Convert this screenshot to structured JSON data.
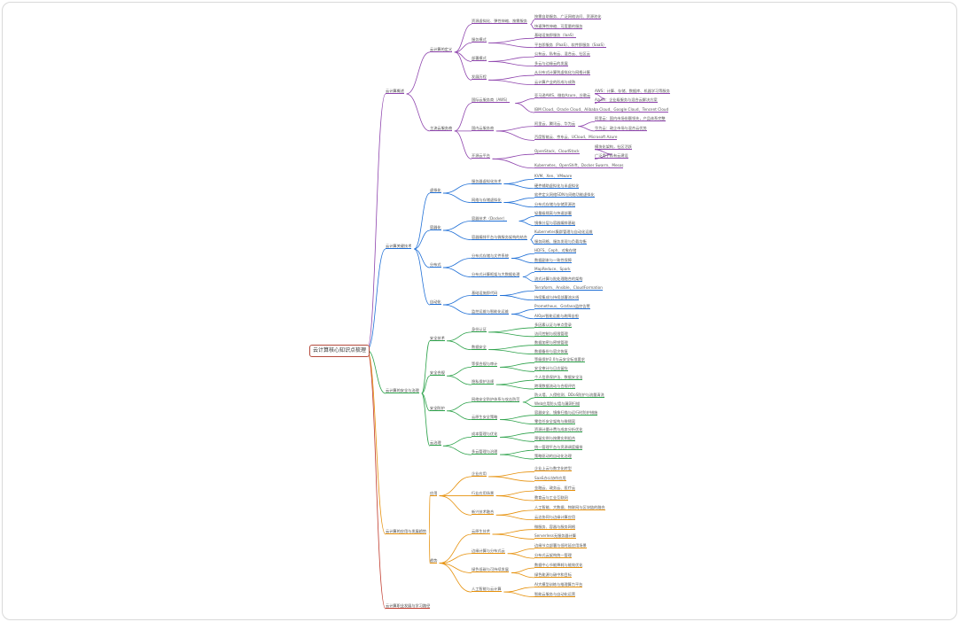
{
  "root": "云计算核心知识点梳理",
  "colors": {
    "purple": "#8e44ad",
    "blue": "#1f6fd6",
    "green": "#2ca24a",
    "orange": "#e6900a",
    "red": "#c0392b",
    "text": "#555555"
  },
  "branches": [
    {
      "label": "云计算概述",
      "children": [
        {
          "label": "云计算的定义",
          "children": [
            {
              "label": "资源虚拟化、弹性伸缩、按需服务",
              "children": [
                {
                  "label": "按需自助服务、广泛网络访问、资源池化"
                },
                {
                  "label": "快速弹性伸缩、可度量的服务"
                }
              ]
            },
            {
              "label": "服务模式",
              "children": [
                {
                  "label": "基础设施即服务（IaaS）"
                },
                {
                  "label": "平台即服务（PaaS）、软件即服务（SaaS）"
                }
              ]
            },
            {
              "label": "部署模式",
              "children": [
                {
                  "label": "公有云、私有云、混合云、社区云"
                },
                {
                  "label": "多云与边缘云的发展"
                }
              ]
            },
            {
              "label": "发展历程",
              "children": [
                {
                  "label": "从分布式计算到虚拟化与网格计算"
                },
                {
                  "label": "云计算产业的形成与成熟"
                }
              ]
            }
          ]
        },
        {
          "label": "主流云服务商",
          "children": [
            {
              "label": "国际云服务商（AWS）",
              "children": [
                {
                  "label": "亚马逊AWS、微软Azure、谷歌云",
                  "children": [
                    {
                      "label": "AWS：计算、存储、数据库、机器学习等服务"
                    },
                    {
                      "label": "Azure：企业级服务与混合云解决方案"
                    }
                  ]
                },
                {
                  "label": "IBM Cloud、Oracle Cloud、Alibaba Cloud、Google Cloud、Tencent Cloud"
                }
              ]
            },
            {
              "label": "国内云服务商",
              "children": [
                {
                  "label": "阿里云、腾讯云、华为云",
                  "children": [
                    {
                      "label": "阿里云：国内市场份额领先，产品体系完整"
                    },
                    {
                      "label": "华为云：政企市场与混合云优势"
                    }
                  ]
                },
                {
                  "label": "百度智能云、京东云、UCloud、Microsoft Azure"
                }
              ]
            },
            {
              "label": "开源云平台",
              "children": [
                {
                  "label": "OpenStack、CloudStack",
                  "children": [
                    {
                      "label": "模块化架构，社区活跃"
                    },
                    {
                      "label": "广泛用于私有云建设"
                    }
                  ]
                },
                {
                  "label": "Kubernetes、OpenShift、Docker Swarm、Mesos"
                }
              ]
            }
          ]
        }
      ]
    },
    {
      "label": "云计算关键技术",
      "children": [
        {
          "label": "虚拟化",
          "children": [
            {
              "label": "服务器虚拟化技术",
              "children": [
                {
                  "label": "KVM、Xen、VMware"
                },
                {
                  "label": "硬件辅助虚拟化与半虚拟化"
                }
              ]
            },
            {
              "label": "网络与存储虚拟化",
              "children": [
                {
                  "label": "软件定义网络SDN与网络功能虚拟化"
                },
                {
                  "label": "分布式存储与存储资源池"
                }
              ]
            }
          ]
        },
        {
          "label": "容器化",
          "children": [
            {
              "label": "容器技术（Docker）",
              "children": [
                {
                  "label": "轻量级隔离与快速部署"
                },
                {
                  "label": "镜像分层与容器编排基础"
                }
              ]
            },
            {
              "label": "容器编排平台与微服务架构的结合",
              "children": [
                {
                  "label": "Kubernetes集群管理与自动化运维"
                },
                {
                  "label": "服务网格、服务发现与负载均衡"
                }
              ]
            }
          ]
        },
        {
          "label": "分布式",
          "children": [
            {
              "label": "分布式存储与文件系统",
              "children": [
                {
                  "label": "HDFS、Ceph、对象存储"
                },
                {
                  "label": "数据副本与一致性保障"
                }
              ]
            },
            {
              "label": "分布式计算框架与大数据处理",
              "children": [
                {
                  "label": "MapReduce、Spark"
                },
                {
                  "label": "流式计算与批处理融合的架构"
                }
              ]
            }
          ]
        },
        {
          "label": "自动化",
          "children": [
            {
              "label": "基础设施即代码",
              "children": [
                {
                  "label": "Terraform、Ansible、CloudFormation"
                },
                {
                  "label": "持续集成与持续部署流水线"
                }
              ]
            },
            {
              "label": "监控运维与智能化运维",
              "children": [
                {
                  "label": "Prometheus、Grafana监控告警"
                },
                {
                  "label": "AIOps智能运维与故障自愈"
                }
              ]
            }
          ]
        }
      ]
    },
    {
      "label": "云计算的安全与治理",
      "children": [
        {
          "label": "安全技术",
          "children": [
            {
              "label": "身份认证",
              "children": [
                {
                  "label": "多因素认证与单点登录"
                },
                {
                  "label": "访问控制与权限管理"
                }
              ]
            },
            {
              "label": "数据安全",
              "children": [
                {
                  "label": "数据加密与密钥管理"
                },
                {
                  "label": "数据备份与容灾恢复"
                }
              ]
            }
          ]
        },
        {
          "label": "安全合规",
          "children": [
            {
              "label": "等保合规与审计",
              "children": [
                {
                  "label": "等级保护2.0与云安全标准要求"
                },
                {
                  "label": "安全审计与日志留存"
                }
              ]
            },
            {
              "label": "隐私保护法规",
              "children": [
                {
                  "label": "个人信息保护法、数据安全法"
                },
                {
                  "label": "跨境数据流动与合规评估"
                }
              ]
            }
          ]
        },
        {
          "label": "安全防护",
          "children": [
            {
              "label": "网络安全防护体系与攻击防范",
              "children": [
                {
                  "label": "防火墙、入侵检测、DDoS防护与流量清洗"
                },
                {
                  "label": "Web应用防火墙与漏洞扫描"
                }
              ]
            },
            {
              "label": "云原生安全策略",
              "children": [
                {
                  "label": "容器安全、镜像扫描与运行时防护措施"
                },
                {
                  "label": "零信任安全架构与微隔离"
                }
              ]
            }
          ]
        },
        {
          "label": "云治理",
          "children": [
            {
              "label": "成本管理与优化",
              "children": [
                {
                  "label": "资源计量计费与成本分析优化"
                },
                {
                  "label": "预留实例与按需实例组合"
                }
              ]
            },
            {
              "label": "多云管理与治理",
              "children": [
                {
                  "label": "统一管理平台与资源调度编排"
                },
                {
                  "label": "策略驱动的自动化治理"
                }
              ]
            }
          ]
        }
      ]
    },
    {
      "label": "云计算的应用与发展趋势",
      "children": [
        {
          "label": "应用",
          "children": [
            {
              "label": "企业应用",
              "children": [
                {
                  "label": "企业上云与数字化转型"
                },
                {
                  "label": "SaaS办公协作应用"
                }
              ]
            },
            {
              "label": "行业应用场景",
              "children": [
                {
                  "label": "金融云、政务云、医疗云"
                },
                {
                  "label": "教育云与工业互联网"
                }
              ]
            },
            {
              "label": "新兴技术融合",
              "children": [
                {
                  "label": "人工智能、大数据、物联网与区块链的融合"
                },
                {
                  "label": "云边协同与边缘计算应用"
                }
              ]
            }
          ]
        },
        {
          "label": "趋势",
          "children": [
            {
              "label": "云原生技术",
              "children": [
                {
                  "label": "微服务、容器与服务网格"
                },
                {
                  "label": "Serverless无服务器计算"
                }
              ]
            },
            {
              "label": "边缘计算与分布式云",
              "children": [
                {
                  "label": "边缘节点部署与低时延应用场景"
                },
                {
                  "label": "分布式云架构统一管理"
                }
              ]
            },
            {
              "label": "绿色低碳与可持续发展",
              "children": [
                {
                  "label": "数据中心节能降耗与能效优化"
                },
                {
                  "label": "绿色能源与碳中和目标"
                }
              ]
            },
            {
              "label": "人工智能与云计算",
              "children": [
                {
                  "label": "AI大模型训练与推理算力平台"
                },
                {
                  "label": "智能云服务与自动化运营"
                }
              ]
            }
          ]
        }
      ]
    },
    {
      "label": "云计算职业发展与学习路径",
      "children": []
    }
  ]
}
